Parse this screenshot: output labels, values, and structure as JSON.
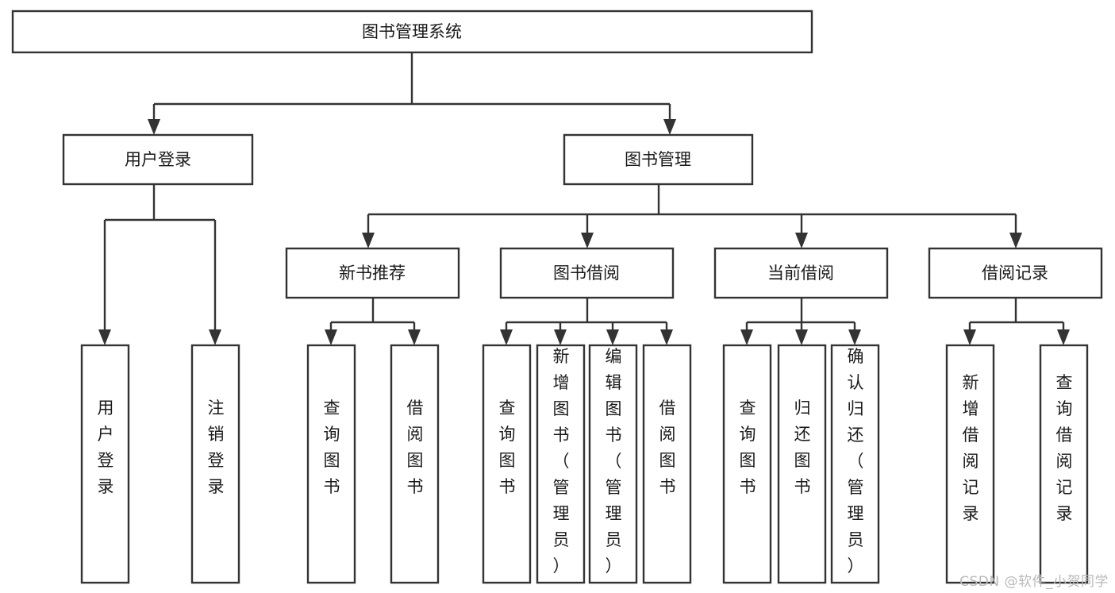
{
  "diagram": {
    "type": "tree",
    "title": "图书管理系统",
    "watermark": "CSDN @软件_小贺同学",
    "colors": {
      "box_stroke": "#333333",
      "box_fill": "#ffffff",
      "text": "#1a1a1a",
      "background": "#ffffff",
      "watermark": "#b9b9b9"
    },
    "root": {
      "label": "图书管理系统"
    },
    "level2": [
      {
        "label": "用户登录"
      },
      {
        "label": "图书管理"
      }
    ],
    "level3": [
      {
        "label": "新书推荐"
      },
      {
        "label": "图书借阅"
      },
      {
        "label": "当前借阅"
      },
      {
        "label": "借阅记录"
      }
    ],
    "leaves": {
      "user_login": [
        {
          "label": "用户登录"
        },
        {
          "label": "注销登录"
        }
      ],
      "new_book_recommend": [
        {
          "label": "查询图书"
        },
        {
          "label": "借阅图书"
        }
      ],
      "book_borrow": [
        {
          "label": "查询图书"
        },
        {
          "label": "新增图书（管理员）"
        },
        {
          "label": "编辑图书（管理员）"
        },
        {
          "label": "借阅图书"
        }
      ],
      "current_borrow": [
        {
          "label": "查询图书"
        },
        {
          "label": "归还图书"
        },
        {
          "label": "确认归还（管理员）"
        }
      ],
      "borrow_records": [
        {
          "label": "新增借阅记录"
        },
        {
          "label": "查询借阅记录"
        }
      ]
    }
  }
}
